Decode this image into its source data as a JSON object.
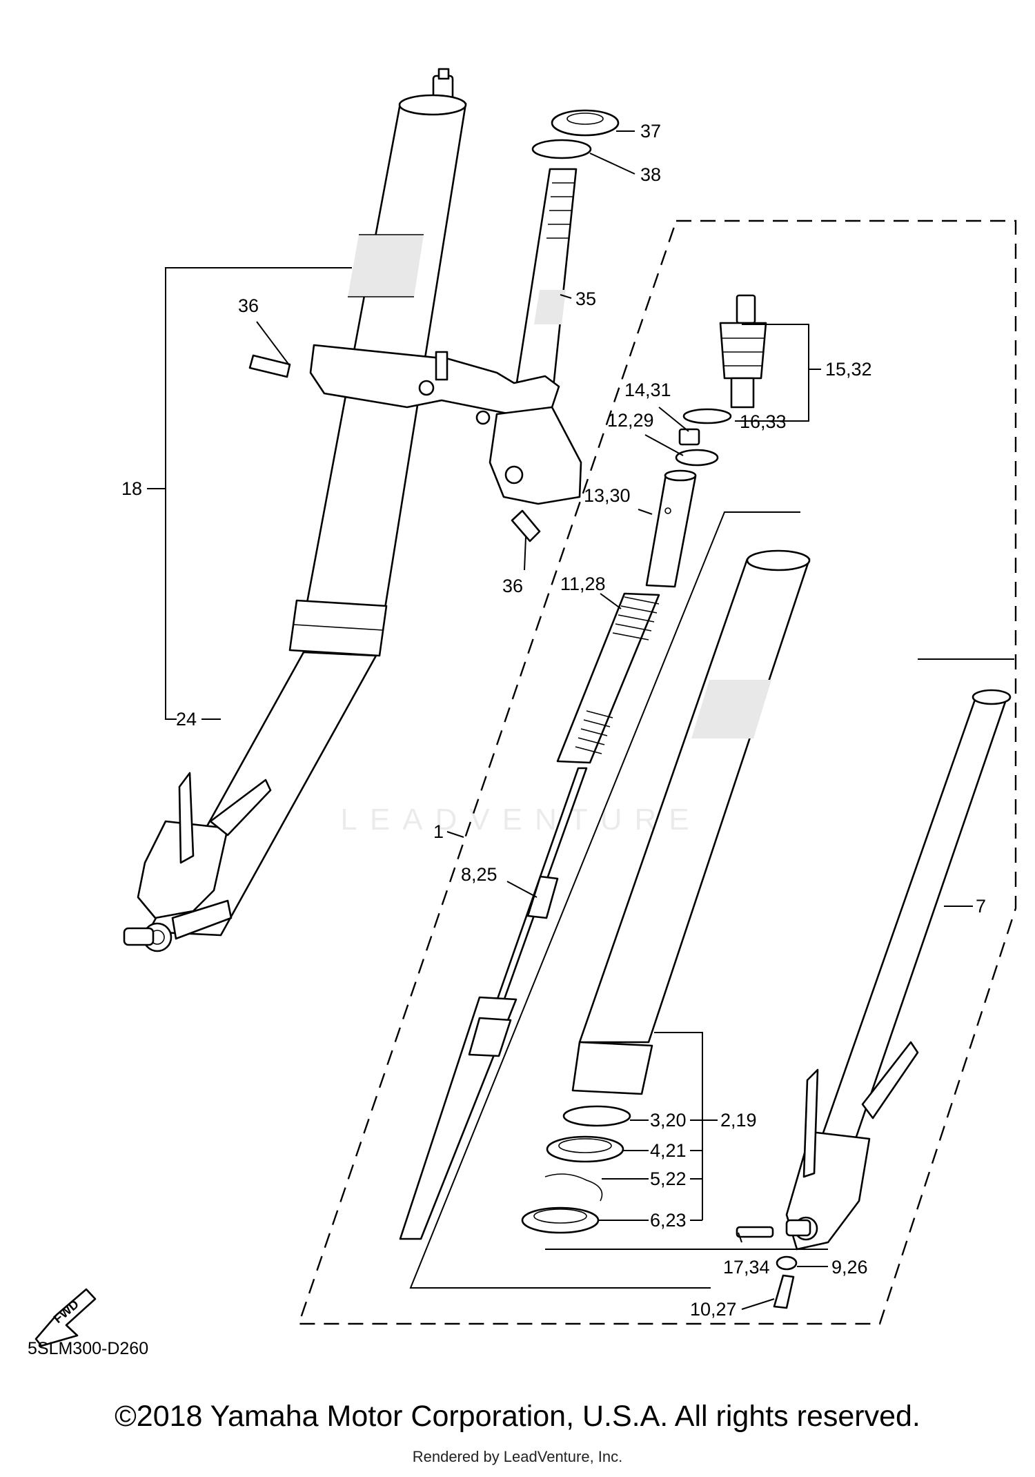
{
  "diagram": {
    "labels": {
      "p37": "37",
      "p38": "38",
      "p35": "35",
      "p36a": "36",
      "p36b": "36",
      "p18": "18",
      "p24": "24",
      "p15_32": "15,32",
      "p16_33": "16,33",
      "p14_31": "14,31",
      "p12_29": "12,29",
      "p13_30": "13,30",
      "p11_28": "11,28",
      "p1": "1",
      "p8_25": "8,25",
      "p7": "7",
      "p3_20": "3,20",
      "p2_19": "2,19",
      "p4_21": "4,21",
      "p5_22": "5,22",
      "p6_23": "6,23",
      "p17_34": "17,34",
      "p9_26": "9,26",
      "p10_27": "10,27"
    },
    "fwd_badge": "FWD",
    "code": "5SLM300-D260",
    "watermark": "LEADVENTURE"
  },
  "footer": {
    "copyright": "©2018 Yamaha Motor Corporation, U.S.A. All rights reserved.",
    "rendered_by": "Rendered by LeadVenture, Inc."
  }
}
